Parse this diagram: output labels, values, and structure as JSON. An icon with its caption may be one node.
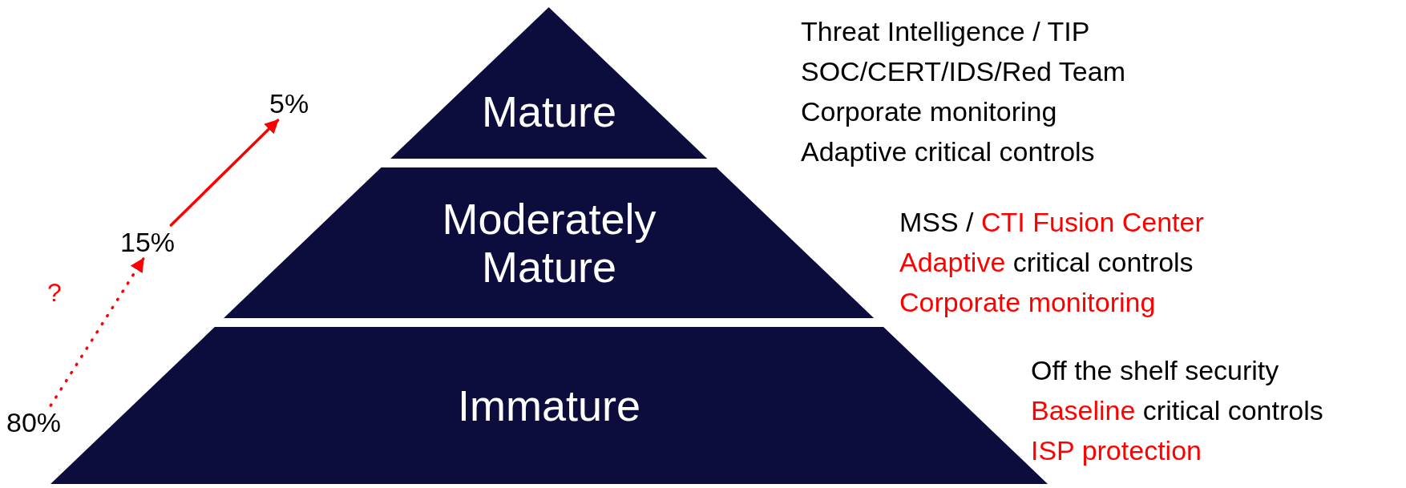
{
  "diagram": {
    "nodes": [
      {
        "text": [
          "Mature"
        ],
        "beside": [
          "Threat Intelligence / TIP",
          "SOC/CERT/IDS/Red Team",
          "Corporate monitoring",
          "Adaptive critical controls"
        ]
      },
      {
        "text": [
          "Moderately Mature"
        ],
        "beside": [
          "MSS / **CTI Fusion Center**",
          "**Adaptive** critical controls",
          "**Corporate monitoring**"
        ]
      },
      {
        "text": [
          "Immature"
        ],
        "beside": [
          "Off the shelf security",
          "**Baseline** critical controls",
          "**ISP protection**"
        ]
      },
      {
        "text": [
          "80%"
        ]
      },
      {
        "text": [
          "15%"
        ]
      },
      {
        "text": [
          "5%"
        ]
      }
    ],
    "edges": [
      {
        "from": 3,
        "to": 4,
        "arrow": "to",
        "style": "dashed",
        "label": "?"
      },
      {
        "from": 4,
        "to": 5,
        "arrow": "to"
      }
    ]
  }
}
